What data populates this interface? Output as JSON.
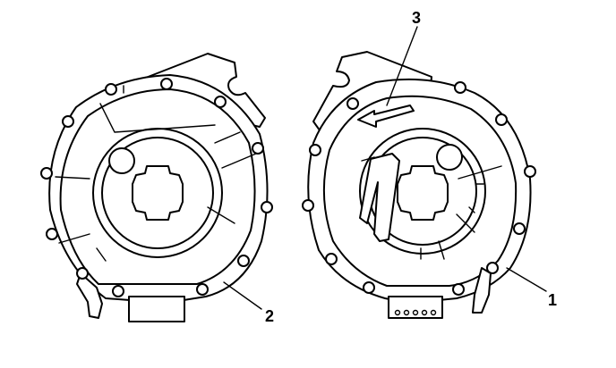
{
  "callouts": [
    {
      "id": "callout-1",
      "text": "1"
    },
    {
      "id": "callout-2",
      "text": "2"
    },
    {
      "id": "callout-3",
      "text": "3"
    }
  ]
}
